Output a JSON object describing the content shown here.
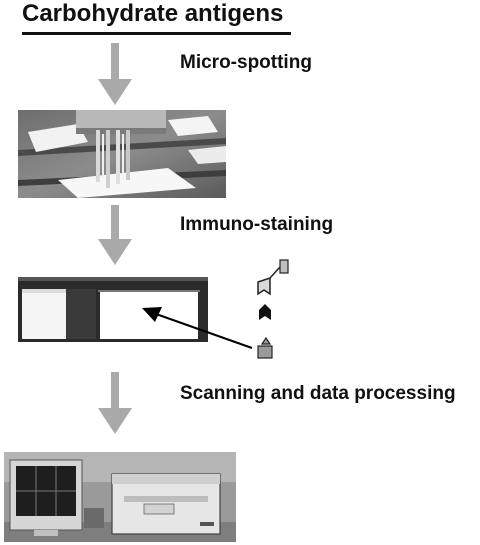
{
  "title": "Carbohydrate antigens",
  "steps": [
    {
      "label": "Micro-spotting"
    },
    {
      "label": "Immuno-staining"
    },
    {
      "label": "Scanning and data processing"
    }
  ],
  "colors": {
    "arrow": "#a9a9a9",
    "text": "#111111",
    "slide_dark": "#2b2b2b",
    "photo_bg": "#9a9a9a"
  },
  "icons": [
    "antibody-chain-icon",
    "arrow-pointer",
    "monitor-icon",
    "printer-scanner-icon"
  ]
}
